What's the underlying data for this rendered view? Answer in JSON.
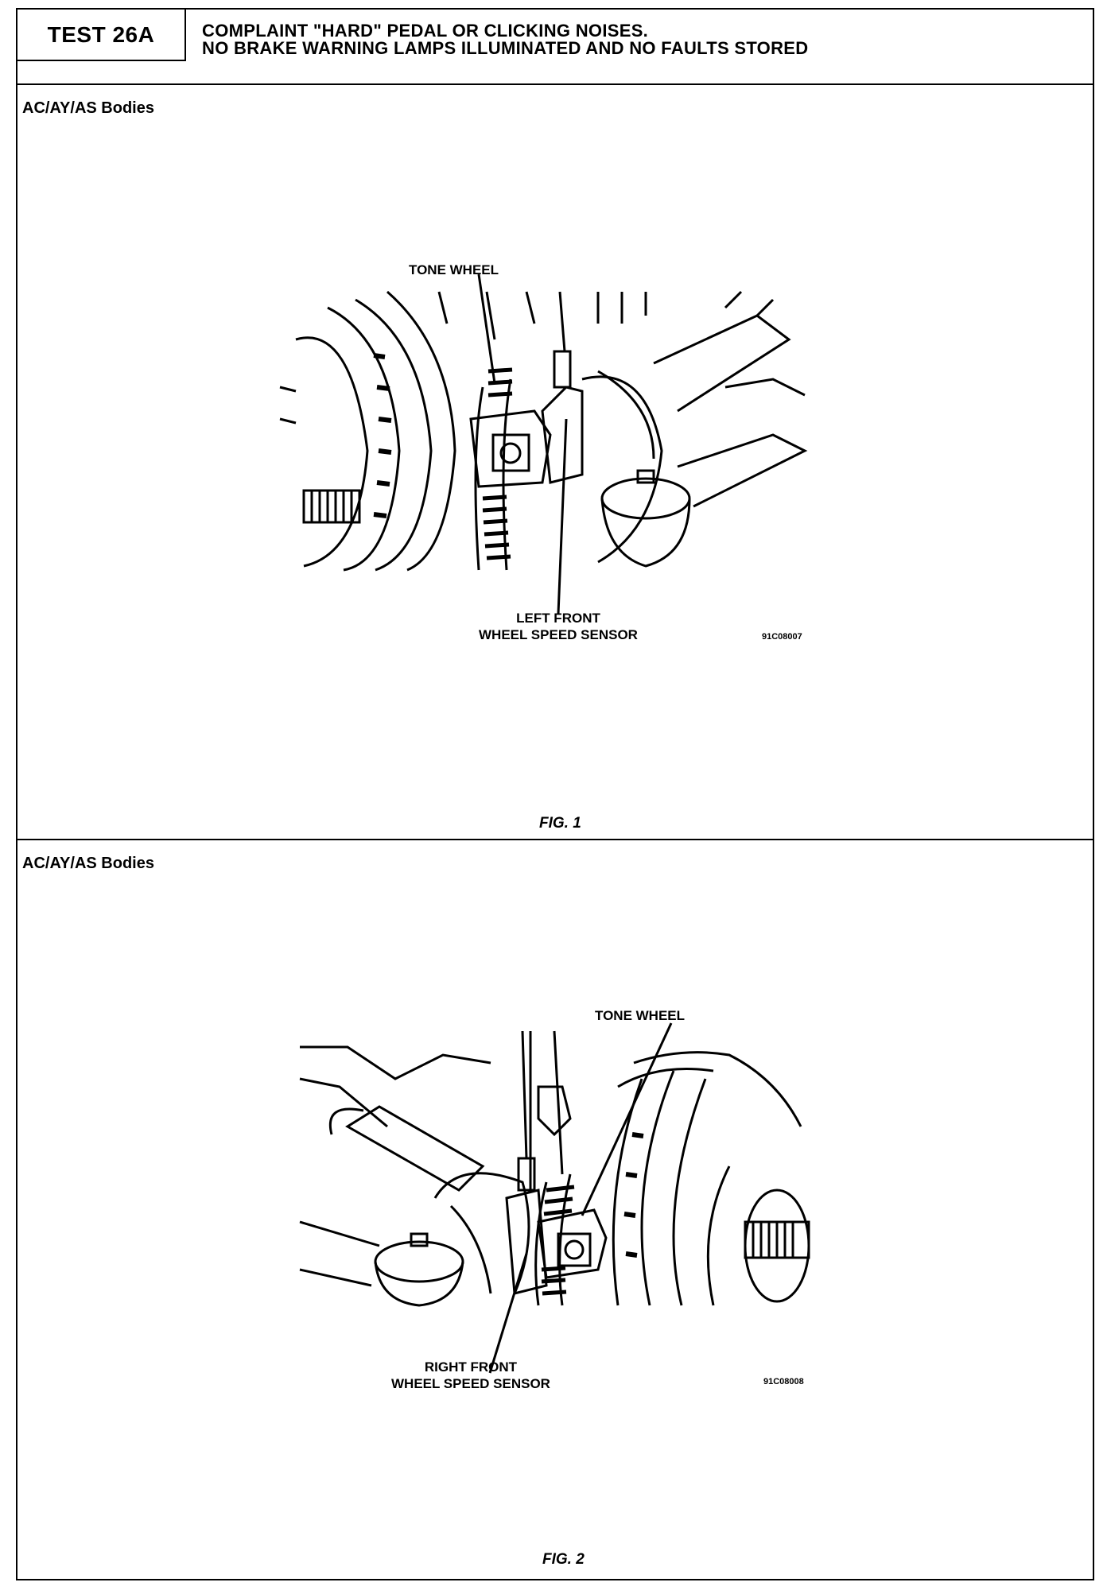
{
  "header": {
    "test_id": "TEST 26A",
    "title_line1": "COMPLAINT \"HARD\" PEDAL OR CLICKING NOISES.",
    "title_line2": "NO BRAKE WARNING LAMPS ILLUMINATED AND NO FAULTS STORED"
  },
  "figures": [
    {
      "body_label": "AC/AY/AS Bodies",
      "callout_top": "TONE WHEEL",
      "callout_bottom_line1": "LEFT FRONT",
      "callout_bottom_line2": "WHEEL SPEED SENSOR",
      "image_code": "91C08007",
      "caption": "FIG. 1"
    },
    {
      "body_label": "AC/AY/AS Bodies",
      "callout_top": "TONE WHEEL",
      "callout_bottom_line1": "RIGHT FRONT",
      "callout_bottom_line2": "WHEEL SPEED SENSOR",
      "image_code": "91C08008",
      "caption": "FIG. 2"
    }
  ]
}
